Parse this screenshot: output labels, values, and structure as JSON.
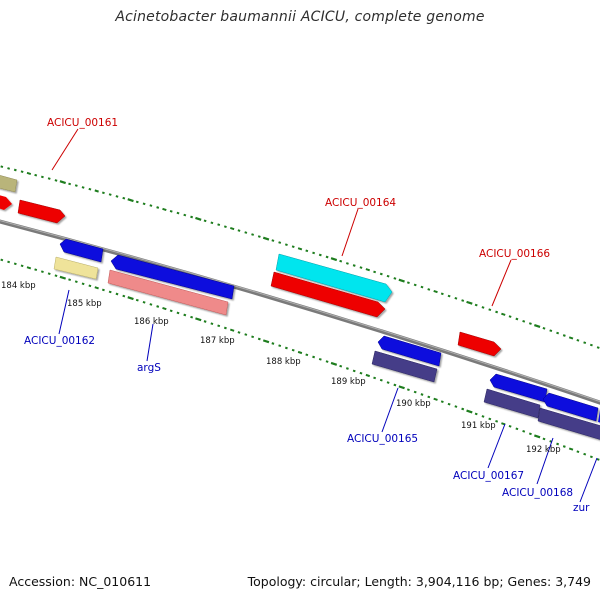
{
  "title": "Acinetobacter baumannii ACICU, complete genome",
  "footer": {
    "accession": "Accession: NC_010611",
    "stats": "Topology: circular; Length: 3,904,116 bp; Genes: 3,749"
  },
  "colors": {
    "backbone": "#7a7a7a",
    "ticks": "#1e7d1e",
    "label_forward": "#cc0000",
    "label_reverse": "#0000bb",
    "gene_red": "#ee0000",
    "gene_blue": "#1010dd",
    "gene_cyan": "#00e5ee",
    "gene_navy": "#443d88",
    "gene_khaki": "#b9b47a",
    "gene_yellow": "#efe39a",
    "gene_pink": "#ef8a8a"
  },
  "scale_labels": [
    "184 kbp",
    "185 kbp",
    "186 kbp",
    "187 kbp",
    "188 kbp",
    "189 kbp",
    "190 kbp",
    "191 kbp",
    "192 kbp"
  ],
  "gene_labels": [
    {
      "id": "ACICU_00161",
      "strand": "forward"
    },
    {
      "id": "ACICU_00164",
      "strand": "forward"
    },
    {
      "id": "ACICU_00166",
      "strand": "forward"
    },
    {
      "id": "ACICU_00162",
      "strand": "reverse"
    },
    {
      "id": "argS",
      "strand": "reverse"
    },
    {
      "id": "ACICU_00165",
      "strand": "reverse"
    },
    {
      "id": "ACICU_00167",
      "strand": "reverse"
    },
    {
      "id": "ACICU_00168",
      "strand": "reverse"
    },
    {
      "id": "zur",
      "strand": "reverse"
    }
  ]
}
